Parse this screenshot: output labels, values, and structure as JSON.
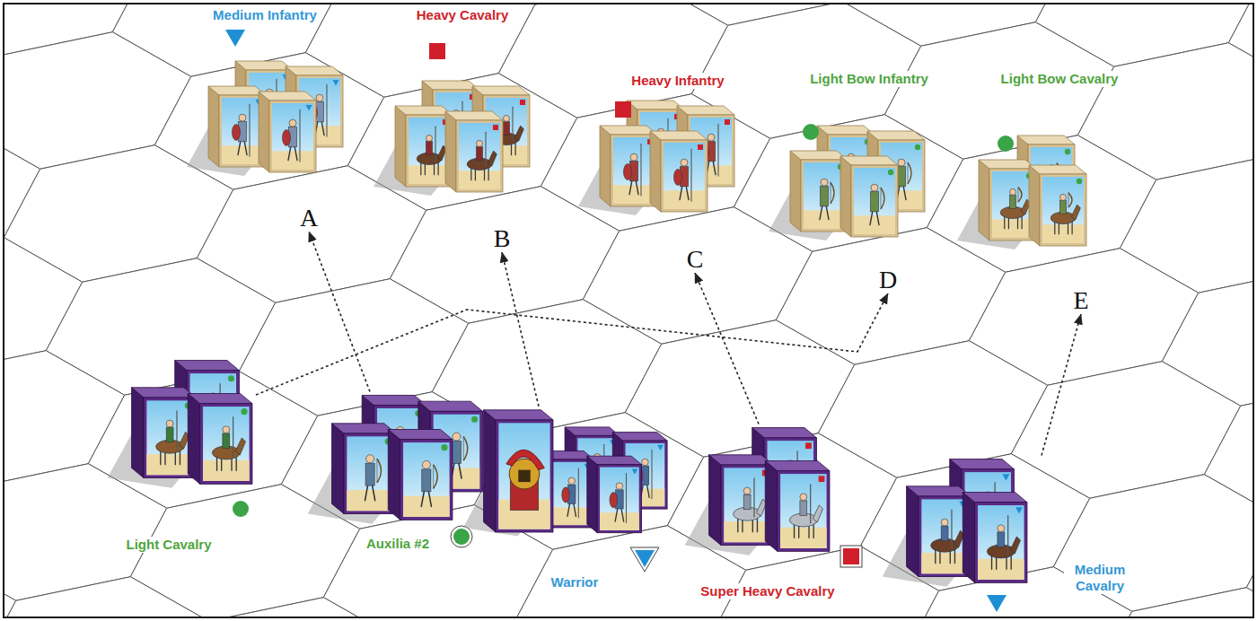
{
  "diagram": {
    "nodes": [
      {
        "text": [
          "Medium Infantry"
        ]
      },
      {
        "text": [
          "Heavy Cavalry"
        ]
      },
      {
        "text": [
          "Heavy Infantry"
        ]
      },
      {
        "text": [
          "Light Bow Infantry"
        ]
      },
      {
        "text": [
          "Light Bow Cavalry"
        ]
      },
      {
        "text": [
          "A"
        ]
      },
      {
        "text": [
          "B"
        ]
      },
      {
        "text": [
          "C"
        ]
      },
      {
        "text": [
          "D"
        ]
      },
      {
        "text": [
          "E"
        ]
      },
      {
        "text": [
          "Light Cavalry"
        ]
      },
      {
        "text": [
          "Auxilia #2"
        ]
      },
      {
        "text": [
          "Warrior"
        ]
      },
      {
        "text": [
          "Super Heavy Cavalry"
        ]
      },
      {
        "text": [
          "Medium Cavalry"
        ]
      }
    ],
    "edges": [
      {
        "from": 10,
        "to": 8,
        "arrow": "to"
      },
      {
        "from": 11,
        "to": 5,
        "arrow": "to"
      },
      {
        "from": 12,
        "to": 6,
        "arrow": "to"
      },
      {
        "from": 13,
        "to": 7,
        "arrow": "to"
      },
      {
        "from": 14,
        "to": 9,
        "arrow": "to"
      }
    ]
  }
}
